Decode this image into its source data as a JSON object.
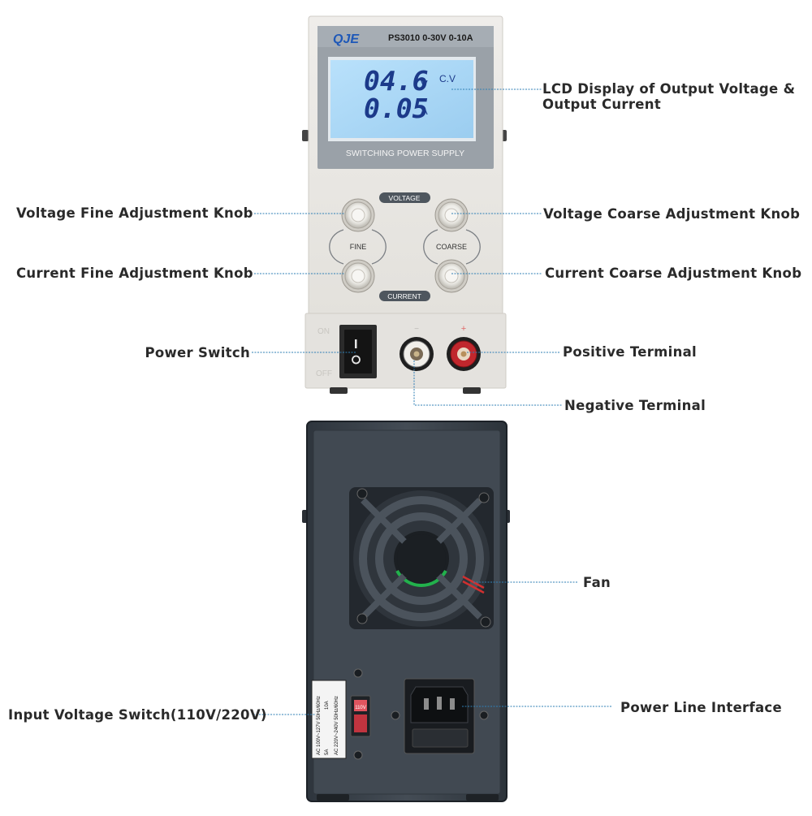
{
  "device": {
    "brand": "QJE",
    "model": "PS3010 0-30V 0-10A",
    "panel_caption": "SWITCHING POWER SUPPLY",
    "lcd": {
      "voltage_value": "04.6",
      "voltage_unit": "V",
      "current_value": "0.05",
      "current_unit": "A",
      "mode": "C.V"
    },
    "knob_labels": {
      "voltage": "VOLTAGE",
      "current": "CURRENT",
      "fine": "FINE",
      "coarse": "COARSE"
    },
    "switch_labels": {
      "on": "ON",
      "off": "OFF"
    },
    "terminal_labels": {
      "negative": "−",
      "positive": "+"
    },
    "rear_label": {
      "line1": "AC 100V~127V 50Hz/60Hz",
      "line2": "10A",
      "line3": "5A",
      "line4": "AC 220V~240V 50Hz/60Hz"
    },
    "selector_label": "110V"
  },
  "callouts": {
    "lcd": "LCD Display of Output Voltage &",
    "lcd_line2": "Output Current",
    "voltage_fine": "Voltage Fine Adjustment Knob",
    "current_fine": "Current Fine Adjustment Knob",
    "voltage_coarse": "Voltage Coarse Adjustment Knob",
    "current_coarse": "Current Coarse Adjustment Knob",
    "power_switch": "Power Switch",
    "positive_terminal": "Positive Terminal",
    "negative_terminal": "Negative Terminal",
    "fan": "Fan",
    "power_line": "Power Line Interface",
    "input_voltage_switch": "Input Voltage Switch(110V/220V)"
  },
  "colors": {
    "panel": "#e9e7e3",
    "lcd_bg": "#a9d6f3",
    "lcd_digits": "#1c3a8a",
    "leader_line": "#2f7fb5",
    "housing": "#3b434c",
    "positive_terminal": "#c0272d",
    "fan_ring": "#22b14c"
  }
}
